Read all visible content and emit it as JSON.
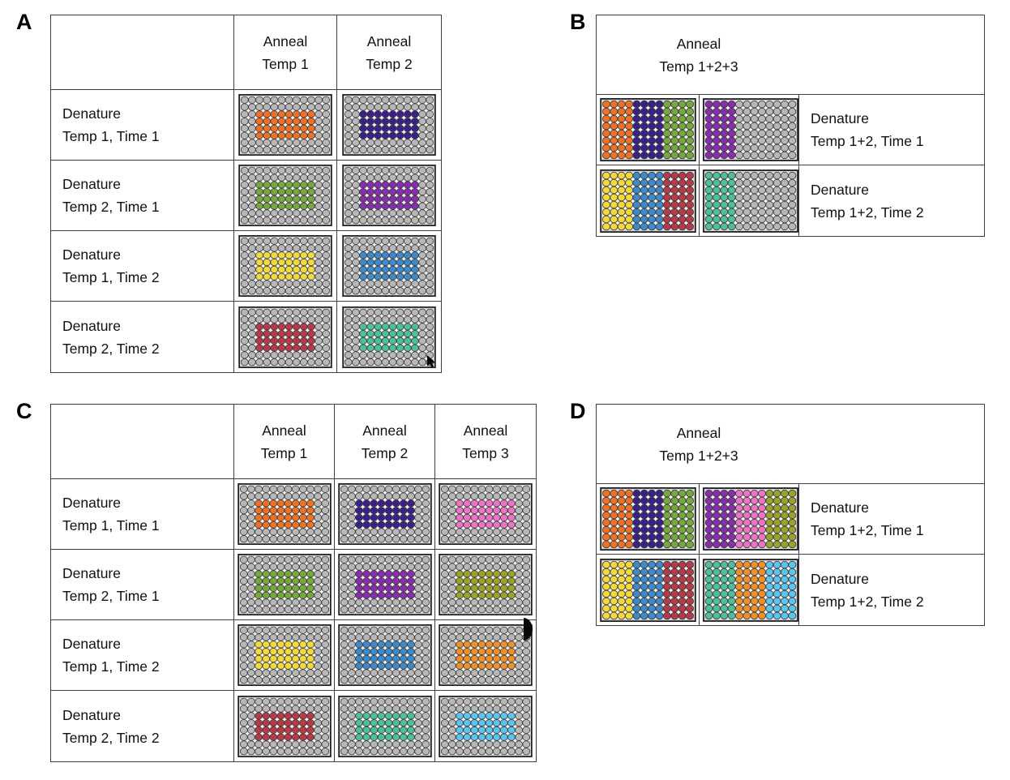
{
  "colors": {
    "well_gray": "#b7b7b7",
    "well_stroke": "#3c3c3c",
    "plate_border": "#202020",
    "plate_rim": "#cfcfcf",
    "plate_bg": "#f9f9f9",
    "table_border": "#3d3d3d",
    "orange": "#ee7125",
    "indigo": "#3a2089",
    "green": "#77a83f",
    "purple": "#8a2cae",
    "yellow": "#f3d93b",
    "blue": "#3e89c9",
    "red": "#b63a48",
    "teal": "#4fbf9b",
    "pink": "#ed73c6",
    "olive": "#9ba22b",
    "orange_bright": "#f0902d",
    "sky_blue": "#5cc4ef"
  },
  "plate_geometry": {
    "columns": 12,
    "rows": 8,
    "center_block": {
      "row_start": 3,
      "row_end": 6,
      "col_start": 3,
      "col_end": 10
    },
    "band_width_columns": 4
  },
  "panels": [
    {
      "label": "A",
      "layout": "anneal-columns",
      "col_headers": [
        [
          "Anneal",
          "Temp 1"
        ],
        [
          "Anneal",
          "Temp 2"
        ]
      ],
      "rows": [
        {
          "header": [
            "Denature",
            "Temp 1, Time 1"
          ],
          "plates": [
            {
              "pattern": "block",
              "colors": [
                "orange"
              ]
            },
            {
              "pattern": "block",
              "colors": [
                "indigo"
              ]
            }
          ]
        },
        {
          "header": [
            "Denature",
            "Temp 2, Time 1"
          ],
          "plates": [
            {
              "pattern": "block",
              "colors": [
                "green"
              ]
            },
            {
              "pattern": "block",
              "colors": [
                "purple"
              ]
            }
          ]
        },
        {
          "header": [
            "Denature",
            "Temp 1, Time 2"
          ],
          "plates": [
            {
              "pattern": "block",
              "colors": [
                "yellow"
              ]
            },
            {
              "pattern": "block",
              "colors": [
                "blue"
              ]
            }
          ]
        },
        {
          "header": [
            "Denature",
            "Temp 2, Time 2"
          ],
          "plates": [
            {
              "pattern": "block",
              "colors": [
                "red"
              ]
            },
            {
              "pattern": "block",
              "colors": [
                "teal"
              ]
            }
          ]
        }
      ]
    },
    {
      "label": "B",
      "layout": "anneal-pooled",
      "header": [
        "Anneal",
        "Temp 1+2+3"
      ],
      "rows": [
        {
          "header": [
            "Denature",
            "Temp 1+2, Time 1"
          ],
          "plates": [
            {
              "pattern": "bands",
              "colors": [
                "orange",
                "indigo",
                "green"
              ]
            },
            {
              "pattern": "bands",
              "colors": [
                "purple",
                null,
                null
              ]
            }
          ]
        },
        {
          "header": [
            "Denature",
            "Temp 1+2, Time 2"
          ],
          "plates": [
            {
              "pattern": "bands",
              "colors": [
                "yellow",
                "blue",
                "red"
              ]
            },
            {
              "pattern": "bands",
              "colors": [
                "teal",
                null,
                null
              ]
            }
          ]
        }
      ]
    },
    {
      "label": "C",
      "layout": "anneal-columns",
      "col_headers": [
        [
          "Anneal",
          "Temp 1"
        ],
        [
          "Anneal",
          "Temp 2"
        ],
        [
          "Anneal",
          "Temp 3"
        ]
      ],
      "rows": [
        {
          "header": [
            "Denature",
            "Temp 1, Time 1"
          ],
          "plates": [
            {
              "pattern": "block",
              "colors": [
                "orange"
              ]
            },
            {
              "pattern": "block",
              "colors": [
                "indigo"
              ]
            },
            {
              "pattern": "block",
              "colors": [
                "pink"
              ]
            }
          ]
        },
        {
          "header": [
            "Denature",
            "Temp 2, Time 1"
          ],
          "plates": [
            {
              "pattern": "block",
              "colors": [
                "green"
              ]
            },
            {
              "pattern": "block",
              "colors": [
                "purple"
              ]
            },
            {
              "pattern": "block",
              "colors": [
                "olive"
              ]
            }
          ]
        },
        {
          "header": [
            "Denature",
            "Temp 1, Time 2"
          ],
          "plates": [
            {
              "pattern": "block",
              "colors": [
                "yellow"
              ]
            },
            {
              "pattern": "block",
              "colors": [
                "blue"
              ]
            },
            {
              "pattern": "block",
              "colors": [
                "orange_bright"
              ]
            }
          ]
        },
        {
          "header": [
            "Denature",
            "Temp 2, Time 2"
          ],
          "plates": [
            {
              "pattern": "block",
              "colors": [
                "red"
              ]
            },
            {
              "pattern": "block",
              "colors": [
                "teal"
              ]
            },
            {
              "pattern": "block",
              "colors": [
                "sky_blue"
              ]
            }
          ]
        }
      ]
    },
    {
      "label": "D",
      "layout": "anneal-pooled",
      "header": [
        "Anneal",
        "Temp 1+2+3"
      ],
      "rows": [
        {
          "header": [
            "Denature",
            "Temp 1+2, Time 1"
          ],
          "plates": [
            {
              "pattern": "bands",
              "colors": [
                "orange",
                "indigo",
                "green"
              ]
            },
            {
              "pattern": "bands",
              "colors": [
                "purple",
                "pink",
                "olive"
              ]
            }
          ]
        },
        {
          "header": [
            "Denature",
            "Temp 1+2, Time 2"
          ],
          "plates": [
            {
              "pattern": "bands",
              "colors": [
                "yellow",
                "blue",
                "red"
              ]
            },
            {
              "pattern": "bands",
              "colors": [
                "teal",
                "orange_bright",
                "sky_blue"
              ]
            }
          ]
        }
      ]
    }
  ],
  "artifacts": {
    "mouse_cursor": "black pointer arrow at bottom-right corner of panel A teal plate",
    "ink_mark": "black half-ellipse at right edge of panel C Anneal Temp 3 / Denature Temp 1 Time 2 plate"
  }
}
